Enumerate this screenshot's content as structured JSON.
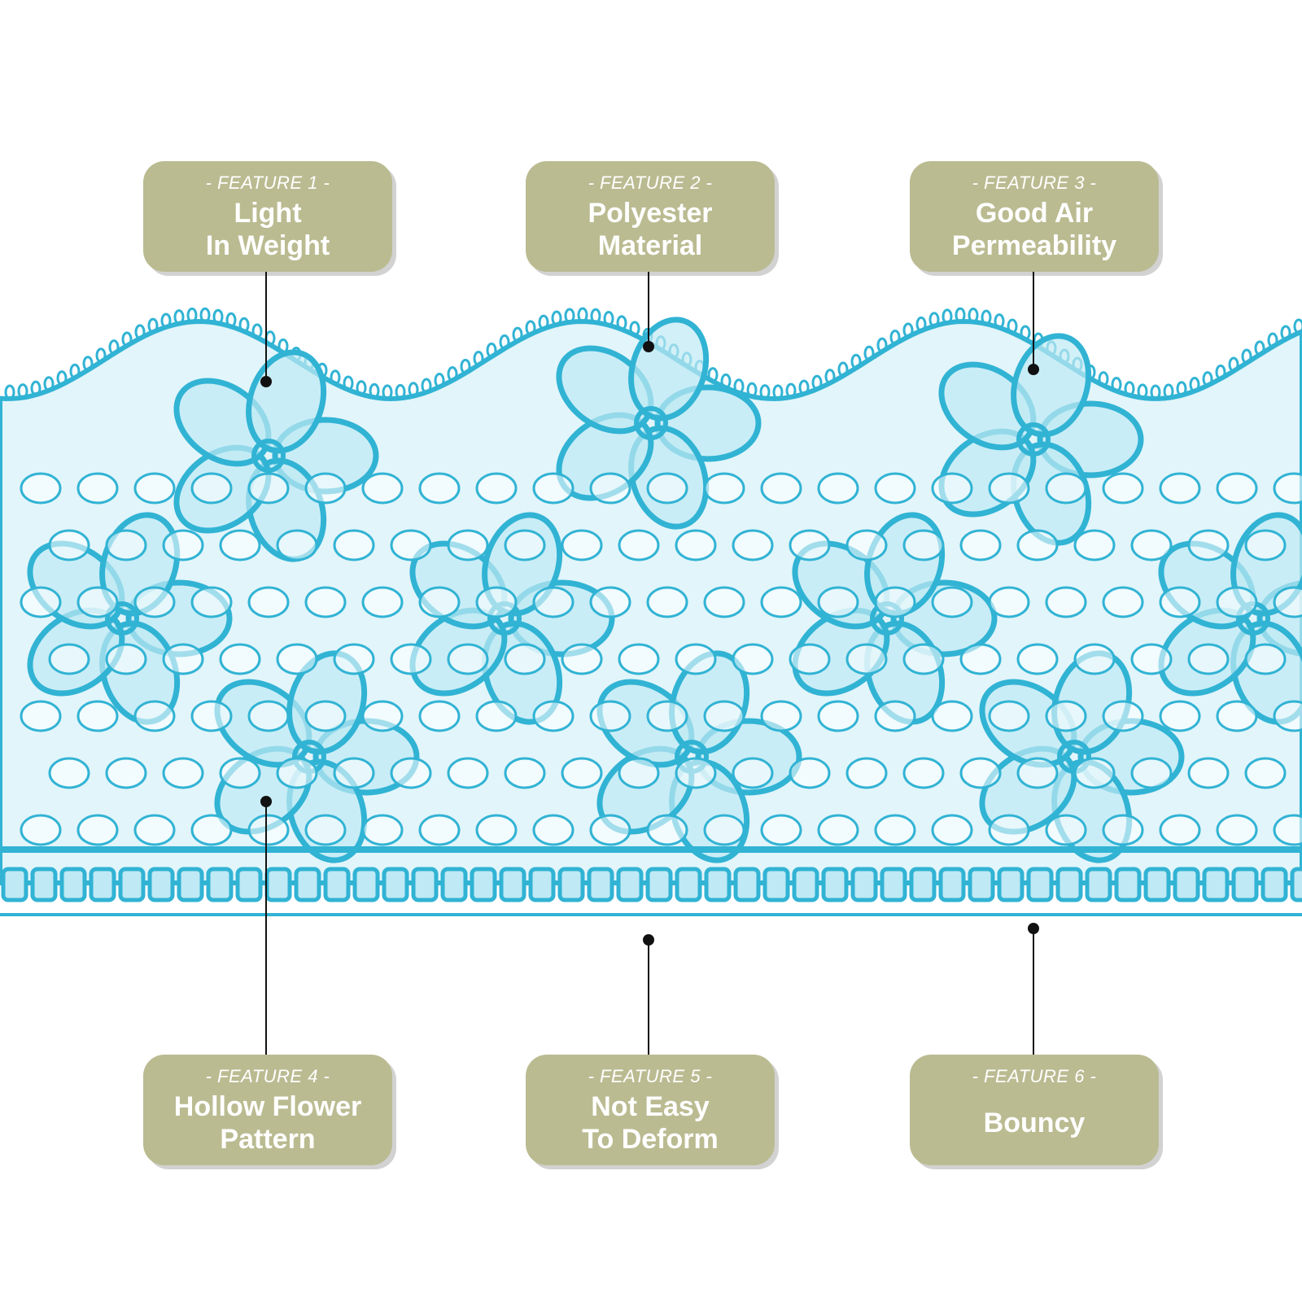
{
  "colors": {
    "lace": "#31b3d4",
    "lace_light": "#bfe9f4",
    "badge_bg": "#bbbb92",
    "badge_text": "#ffffff",
    "leader": "#111111"
  },
  "features": [
    {
      "kicker": "- FEATURE 1 -",
      "lines": [
        "Light",
        "In Weight"
      ]
    },
    {
      "kicker": "- FEATURE 2 -",
      "lines": [
        "Polyester",
        "Material"
      ]
    },
    {
      "kicker": "- FEATURE 3 -",
      "lines": [
        "Good Air",
        "Permeability"
      ]
    },
    {
      "kicker": "- FEATURE 4 -",
      "lines": [
        "Hollow Flower",
        "Pattern"
      ]
    },
    {
      "kicker": "- FEATURE 5 -",
      "lines": [
        "Not Easy",
        "To Deform"
      ]
    },
    {
      "kicker": "- FEATURE 6 -",
      "lines": [
        "Bouncy"
      ]
    }
  ]
}
